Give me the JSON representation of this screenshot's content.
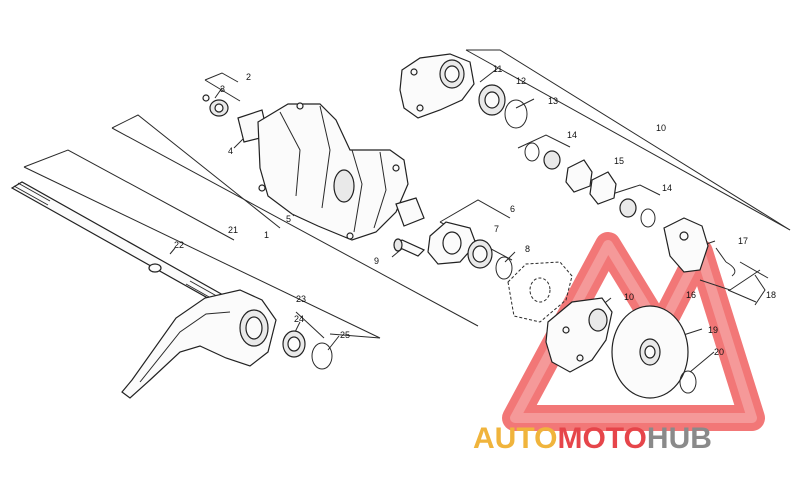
{
  "callouts": [
    "1",
    "2",
    "3",
    "4",
    "5",
    "6",
    "7",
    "8",
    "9",
    "10",
    "10",
    "11",
    "12",
    "13",
    "14",
    "14",
    "15",
    "16",
    "17",
    "18",
    "19",
    "20",
    "21",
    "22",
    "23",
    "24",
    "25"
  ],
  "watermark": {
    "part1": "AUTO",
    "part2": "MOTO",
    "part3": "HUB",
    "colors": {
      "gold": "#f0b43c",
      "red": "#e6454a",
      "gray": "#8a8a8a"
    }
  }
}
